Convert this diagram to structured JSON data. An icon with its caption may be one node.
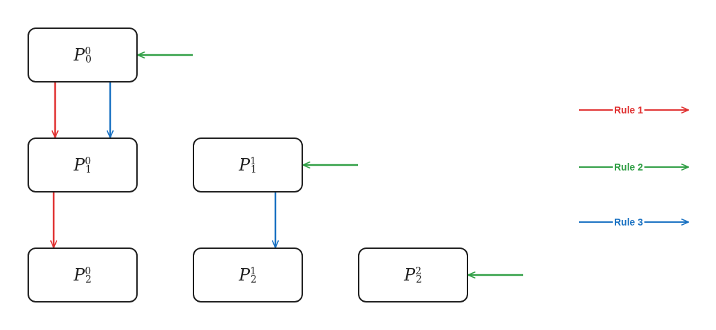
{
  "diagram": {
    "nodes": [
      {
        "text": [
          "*P*$^{0}$$_{0}$"
        ]
      },
      {
        "text": [
          "*P*$^{0}$$_{1}$"
        ]
      },
      {
        "text": [
          "*P*$^{1}$$_{1}$"
        ]
      },
      {
        "text": [
          "*P*$^{0}$$_{2}$"
        ]
      },
      {
        "text": [
          "*P*$^{1}$$_{2}$"
        ]
      },
      {
        "text": [
          "*P*$^{2}$$_{2}$"
        ]
      }
    ],
    "edges": [
      {
        "from": 0,
        "to": 1,
        "arrow": "to",
        "color": "#e03131"
      },
      {
        "from": 0,
        "to": 1,
        "arrow": "to",
        "color": "#1971c2"
      },
      {
        "from": null,
        "to": 0,
        "arrow": "to"
      },
      {
        "from": 1,
        "to": 3,
        "arrow": "to",
        "color": "#e03131"
      },
      {
        "from": 2,
        "to": 4,
        "arrow": "to",
        "color": "#1971c2"
      },
      {
        "from": null,
        "to": 2,
        "arrow": "to"
      },
      {
        "from": null,
        "to": 5,
        "arrow": "to"
      }
    ],
    "legend": [
      {
        "text": "Rule 1"
      },
      {
        "text": "Rule 2"
      },
      {
        "text": "Rule 3"
      }
    ]
  }
}
